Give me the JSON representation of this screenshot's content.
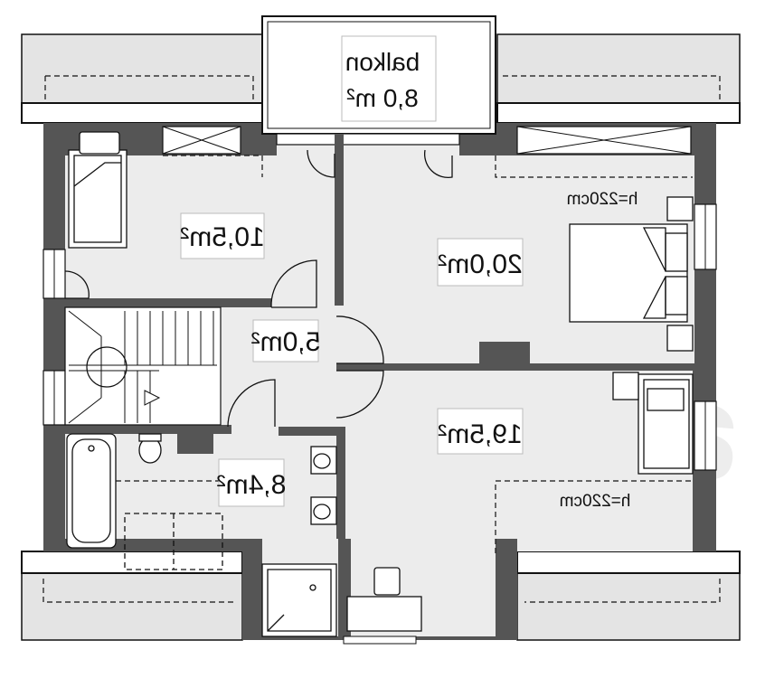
{
  "balcony": {
    "name": "balkon",
    "area": "8,0 m²"
  },
  "rooms": {
    "bedroom_small": {
      "area": "10,5m²"
    },
    "bedroom_master": {
      "area": "20,0m²"
    },
    "hall": {
      "area": "5,0m²"
    },
    "bedroom_second": {
      "area": "19,5m²"
    },
    "bathroom": {
      "area": "8,4m²"
    }
  },
  "heights": {
    "upper": "h=220cm",
    "lower": "h=220cm"
  },
  "watermark": "archipelag",
  "colors": {
    "wall": "#555555",
    "wall_dark": "#3a3a3a",
    "floor": "#ececec",
    "roof": "#e4e4e4",
    "line": "#111111"
  }
}
